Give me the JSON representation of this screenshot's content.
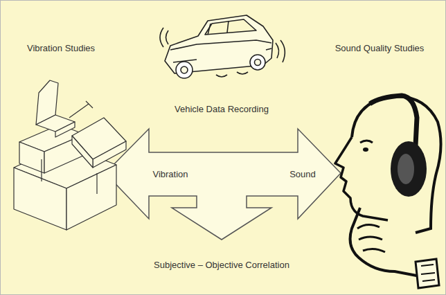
{
  "diagram": {
    "labels": [
      "Vibration Studies",
      "Sound Quality Studies",
      "Vehicle Data Recording",
      "Vibration",
      "Sound",
      "Subjective – Objective Correlation"
    ]
  }
}
